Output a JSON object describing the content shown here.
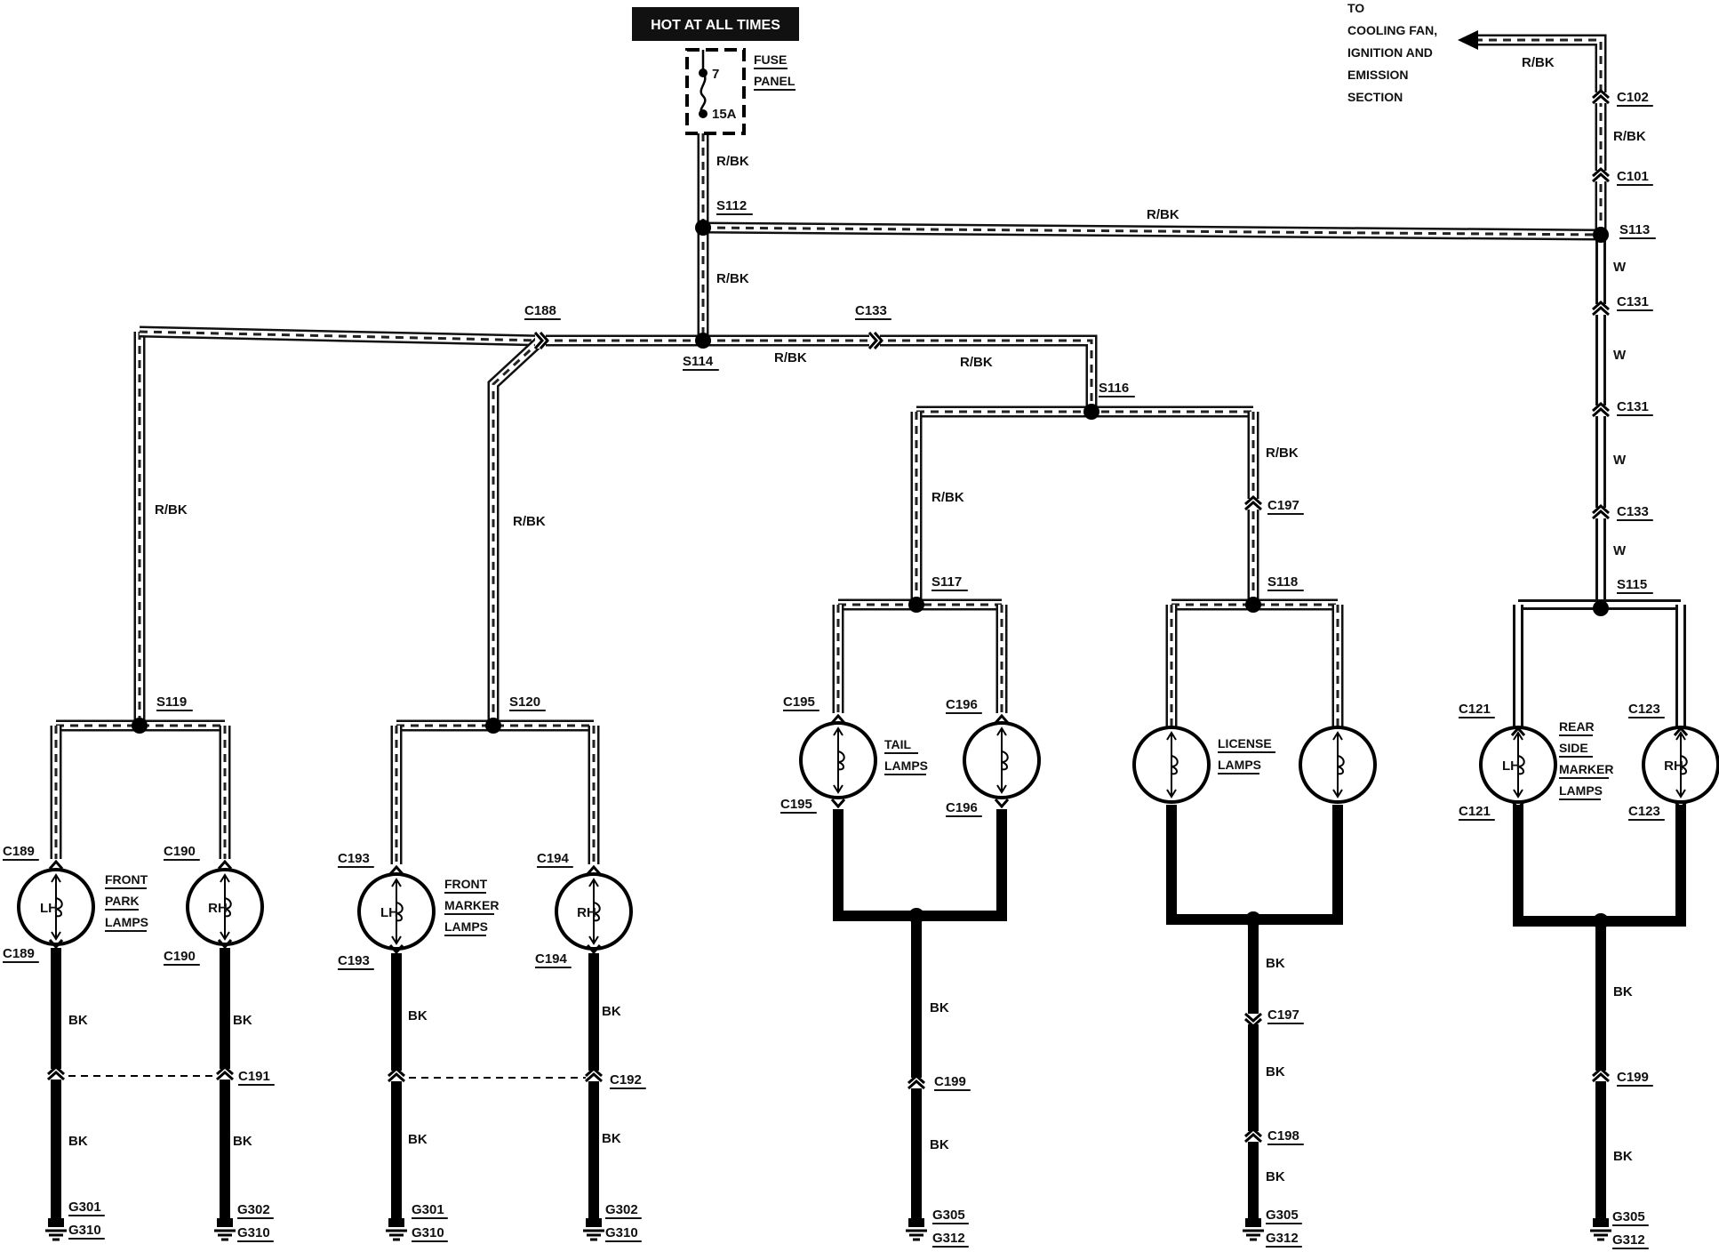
{
  "header": {
    "hot_label": "HOT AT ALL TIMES",
    "fuse_number": "7",
    "fuse_rating": "15A",
    "fuse_panel": [
      "FUSE",
      "PANEL"
    ]
  },
  "destination": {
    "lines": [
      "TO",
      "COOLING FAN,",
      "IGNITION AND",
      "EMISSION",
      "SECTION"
    ]
  },
  "wires": {
    "rbk": "R/BK",
    "w": "W",
    "bk": "BK"
  },
  "splices": {
    "s112": "S112",
    "s113": "S113",
    "s114": "S114",
    "s115": "S115",
    "s116": "S116",
    "s117": "S117",
    "s118": "S118",
    "s119": "S119",
    "s120": "S120"
  },
  "connectors": {
    "c101": "C101",
    "c102": "C102",
    "c121": "C121",
    "c123": "C123",
    "c131": "C131",
    "c133": "C133",
    "c188": "C188",
    "c189": "C189",
    "c190": "C190",
    "c191": "C191",
    "c192": "C192",
    "c193": "C193",
    "c194": "C194",
    "c195": "C195",
    "c196": "C196",
    "c197": "C197",
    "c198": "C198",
    "c199": "C199"
  },
  "grounds": {
    "g301": "G301",
    "g302": "G302",
    "g305": "G305",
    "g310": "G310",
    "g312": "G312"
  },
  "lamp_sides": {
    "lh": "LH",
    "rh": "RH"
  },
  "lamp_groups": {
    "front_park": [
      "FRONT",
      "PARK",
      "LAMPS"
    ],
    "front_marker": [
      "FRONT",
      "MARKER",
      "LAMPS"
    ],
    "tail": [
      "TAIL",
      "LAMPS"
    ],
    "license": [
      "LICENSE",
      "LAMPS"
    ],
    "rear_side_marker": [
      "REAR",
      "SIDE",
      "MARKER",
      "LAMPS"
    ]
  }
}
